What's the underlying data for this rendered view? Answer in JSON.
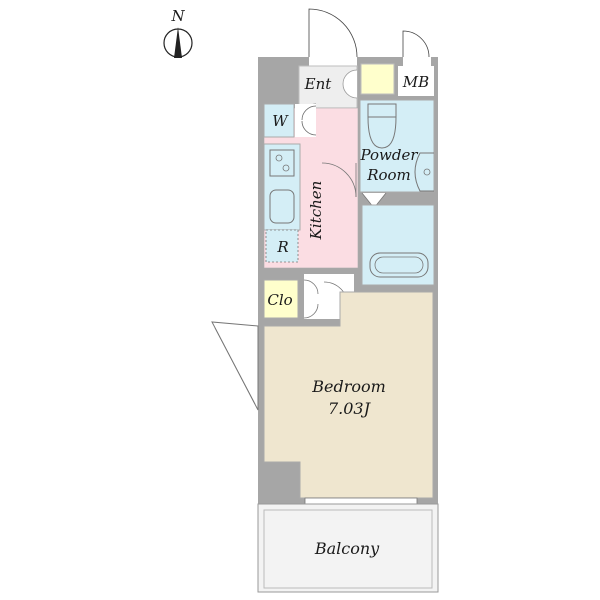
{
  "compass": {
    "letter": "N"
  },
  "rooms": {
    "entrance": {
      "label": "Ent"
    },
    "meter_box": {
      "label": "MB"
    },
    "washer": {
      "label": "W"
    },
    "kitchen": {
      "label": "Kitchen"
    },
    "refrigerator": {
      "label": "R"
    },
    "powder_room": {
      "line1": "Powder",
      "line2": "Room"
    },
    "closet": {
      "label": "Clo"
    },
    "bedroom": {
      "line1": "Bedroom",
      "line2": "7.03J"
    },
    "balcony": {
      "label": "Balcony"
    }
  },
  "colors": {
    "wall": "#a6a6a6",
    "entrance_floor": "#eeeeee",
    "meter_box": "#ffffcc",
    "closet": "#ffffcc",
    "kitchen": "#fbdde3",
    "wet_area": "#d4eef6",
    "bedroom": "#efe6cf",
    "balcony": "#f3f3f3"
  }
}
